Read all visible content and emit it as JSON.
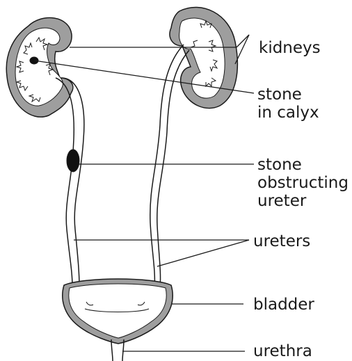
{
  "labels": {
    "kidneys": "kidneys",
    "stone_in_calyx": "stone\nin calyx",
    "stone_obstructing_ureter": "stone\nobstructing\nureter",
    "ureters": "ureters",
    "bladder": "bladder",
    "urethra": "urethra"
  },
  "colors": {
    "cortex": "#9e9e9e",
    "outline": "#1a1a1a",
    "stone": "#111111",
    "leader": "#1a1a1a"
  }
}
